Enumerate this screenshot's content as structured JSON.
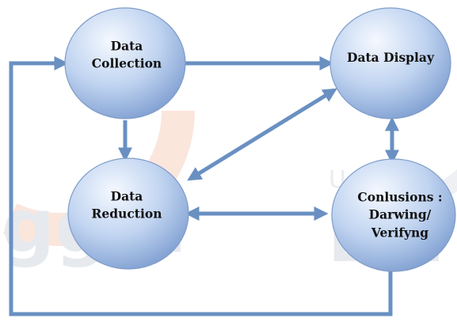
{
  "nodes": {
    "collection": {
      "lines": [
        "Data",
        "Collection"
      ]
    },
    "display": {
      "lines": [
        "Data Display"
      ]
    },
    "reduction": {
      "lines": [
        "Data",
        "Reduction"
      ]
    },
    "conclusions": {
      "lines": [
        "Conlusions :",
        "Darwing/",
        "Verifyng"
      ]
    }
  },
  "edges": [
    {
      "from": "collection",
      "to": "display",
      "direction": "forward"
    },
    {
      "from": "collection",
      "to": "reduction",
      "direction": "forward"
    },
    {
      "from": "reduction",
      "to": "display",
      "direction": "both"
    },
    {
      "from": "display",
      "to": "conclusions",
      "direction": "both"
    },
    {
      "from": "reduction",
      "to": "conclusions",
      "direction": "both"
    },
    {
      "from": "conclusions",
      "to": "collection",
      "direction": "forward",
      "routing": "loop-bottom-left"
    }
  ],
  "watermark": {
    "word1": "ggul",
    "word2": "Esa",
    "word3": "Univer"
  },
  "colors": {
    "node_fill_light": "#e4eefb",
    "node_fill_dark": "#86a7d6",
    "node_stroke": "#7f9cc8",
    "arrow": "#6a90c2"
  }
}
